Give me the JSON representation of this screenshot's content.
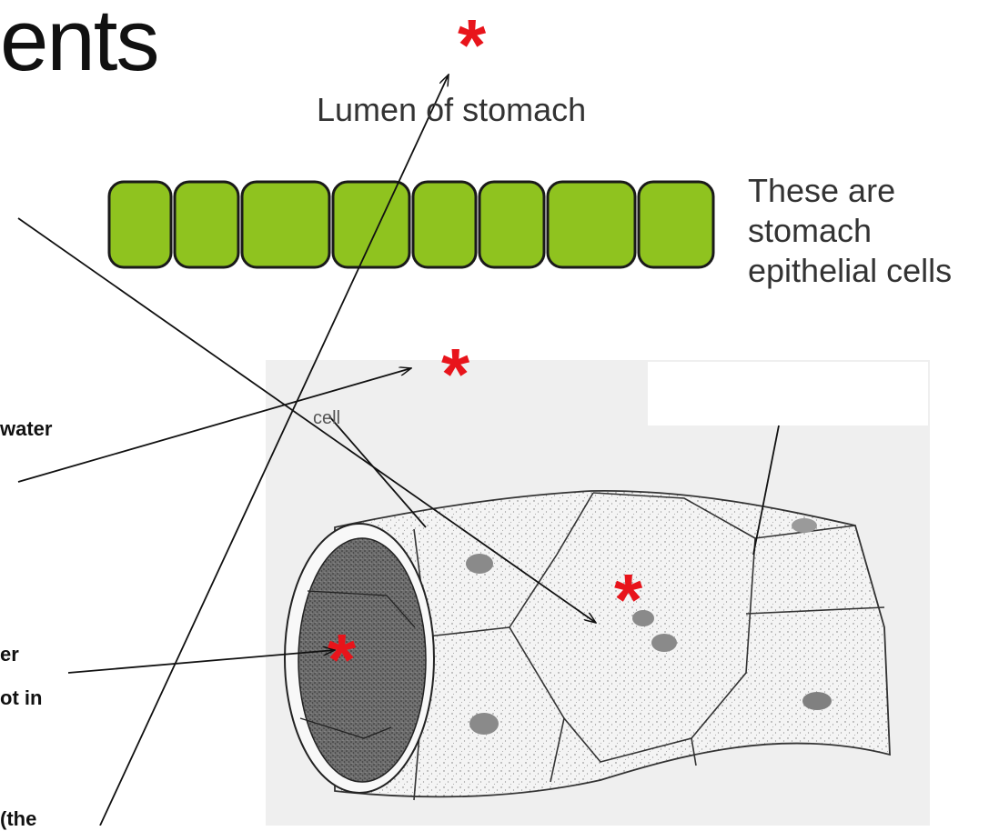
{
  "title_fragment": "ents",
  "labels": {
    "lumen": "Lumen of stomach",
    "epithelial": "These are stomach epithelial cells",
    "water_fragment": "water",
    "cell_word": "cell",
    "er_fragment": "er",
    "ot_in_fragment": "ot in",
    "the_fragment": "(the"
  },
  "markers": {
    "star_symbol": "*",
    "color": "#e8141b"
  },
  "epithelial_cells": {
    "count": 8,
    "fill_color": "#8fc31f",
    "stroke_color": "#1a1a1a"
  }
}
